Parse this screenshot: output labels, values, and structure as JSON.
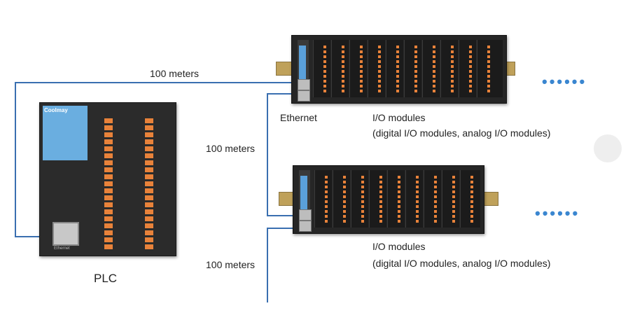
{
  "labels": {
    "distance_top": "100 meters",
    "distance_mid": "100 meters",
    "distance_bottom": "100 meters",
    "ethernet": "Ethernet",
    "io_modules_1_title": "I/O modules",
    "io_modules_1_sub": "(digital I/O modules, analog I/O modules)",
    "io_modules_2_title": "I/O modules",
    "io_modules_2_sub": "(digital I/O modules, analog I/O modules)",
    "plc": "PLC",
    "continuation": "••••••"
  },
  "device": {
    "plc_brand": "Coolmay",
    "plc_port_label": "Ethernet"
  },
  "colors": {
    "wire": "#3a6fb0",
    "module_body": "#262626",
    "terminal": "#e8823a",
    "panel_blue": "#6aaee0",
    "dots": "#3a86d0"
  }
}
